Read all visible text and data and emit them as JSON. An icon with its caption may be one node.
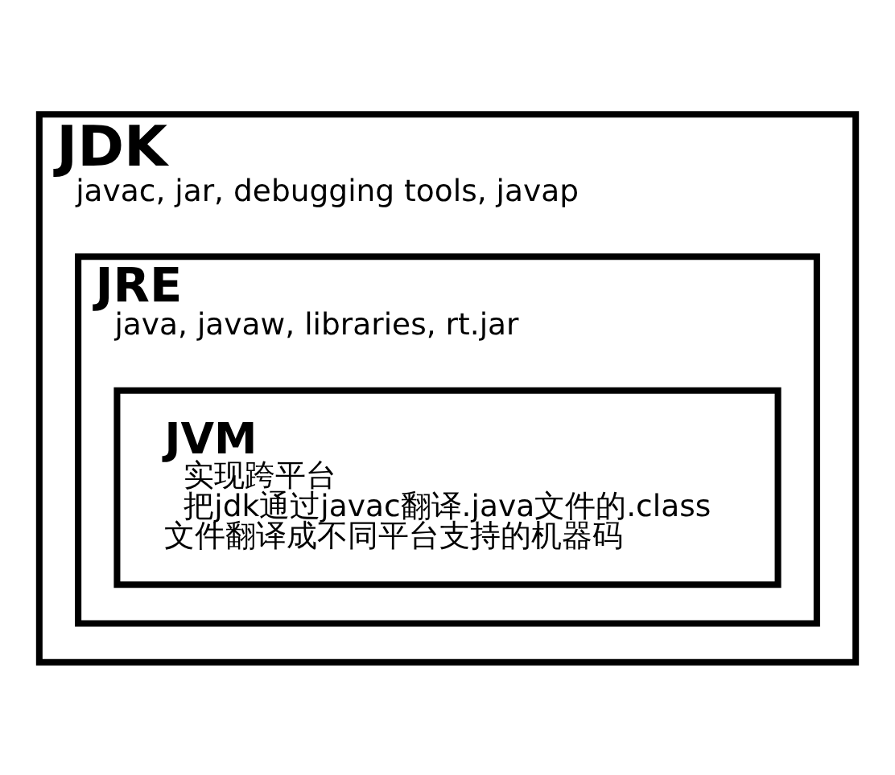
{
  "diagram": {
    "nodes": [
      {
        "text": [
          "JDK",
          "javac, jar, debugging tools, javap"
        ]
      },
      {
        "text": [
          "JRE",
          "java, javaw, libraries, rt.jar"
        ],
        "in": 0
      },
      {
        "text": [
          "JVM",
          "实现跨平台",
          "把jdk通过javac翻译.java文件的.class 文件翻译成不同平台支持的机器码"
        ],
        "in": 1
      }
    ],
    "edges": []
  }
}
